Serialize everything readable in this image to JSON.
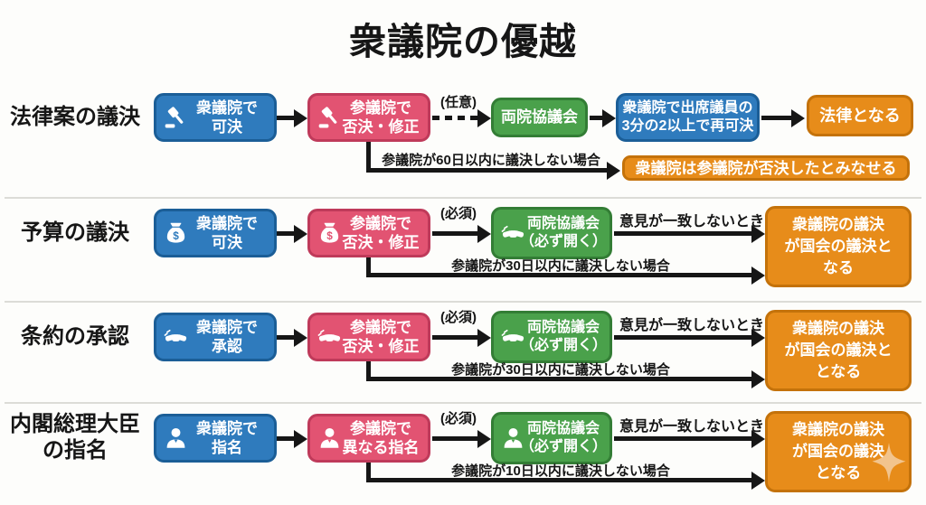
{
  "title": "衆議院の優越",
  "colors": {
    "house_blue": "#2f7bbd",
    "house_blue_border": "#1b5e97",
    "senate_pink": "#e25372",
    "senate_pink_border": "#bf3a5a",
    "committee_green": "#4aa14b",
    "committee_green_border": "#337d35",
    "result_orange": "#e78c1a",
    "result_orange_border": "#c4720a",
    "connector_black": "#161616",
    "separator_gray": "#dcdcd7",
    "sparkle_peach": "#f2c48d",
    "box_text": "#ffffff"
  },
  "rows": [
    {
      "label": {
        "line1": "法律案の議決"
      },
      "house_icon": "gavel-icon",
      "senate_icon": "gavel-icon",
      "house_box": {
        "line1": "衆議院で",
        "line2": "可決"
      },
      "senate_box": {
        "line1": "参議院で",
        "line2": "否決・修正"
      },
      "optional_label": "(任意)",
      "conference_box": {
        "line1": "両院協議会"
      },
      "repass_box": {
        "line1": "衆議院で出席議員の",
        "line2": "3分の2以上で再可決"
      },
      "result_box": {
        "line1": "法律となる"
      },
      "timeout_label": "参議院が60日以内に議決しない場合",
      "timeout_result_box": {
        "line1": "衆議院は参議院が否決したとみなせる"
      }
    },
    {
      "label": {
        "line1": "予算の議決"
      },
      "house_icon": "moneybag-icon",
      "senate_icon": "moneybag-icon",
      "conference_icon": "handshake-icon",
      "house_box": {
        "line1": "衆議院で",
        "line2": "可決"
      },
      "senate_box": {
        "line1": "参議院で",
        "line2": "否決・修正"
      },
      "required_label": "(必須)",
      "conference_box": {
        "line1": "両院協議会",
        "line2": "（必ず開く）"
      },
      "disagree_label": "意見が一致しないとき",
      "result_box": {
        "line1": "衆議院の議決",
        "line2": "が国会の議決と",
        "line3": "なる"
      },
      "timeout_label": "参議院が30日以内に議決しない場合"
    },
    {
      "label": {
        "line1": "条約の承認"
      },
      "house_icon": "handshake-icon",
      "senate_icon": "handshake-icon",
      "conference_icon": "handshake-icon",
      "house_box": {
        "line1": "衆議院で",
        "line2": "承認"
      },
      "senate_box": {
        "line1": "参議院で",
        "line2": "否決・修正"
      },
      "required_label": "(必須)",
      "conference_box": {
        "line1": "両院協議会",
        "line2": "（必ず開く）"
      },
      "disagree_label": "意見が一致しないとき",
      "result_box": {
        "line1": "衆議院の議決",
        "line2": "が国会の議決と",
        "line3": "となる"
      },
      "timeout_label": "参議院が30日以内に議決しない場合"
    },
    {
      "label": {
        "line1": "内閣総理大臣",
        "line2": "の指名"
      },
      "house_icon": "person-icon",
      "senate_icon": "person-icon",
      "conference_icon": "person-icon",
      "decoration_icon": "sparkle-icon",
      "house_box": {
        "line1": "衆議院で",
        "line2": "指名"
      },
      "senate_box": {
        "line1": "参議院で",
        "line2": "異なる指名"
      },
      "required_label": "(必須)",
      "conference_box": {
        "line1": "両院協議会",
        "line2": "（必ず開く）"
      },
      "disagree_label": "意見が一致しないとき",
      "result_box": {
        "line1": "衆議院の議決",
        "line2": "が国会の議決",
        "line3": "となる"
      },
      "timeout_label": "参議院が10日以内に議決しない場合"
    }
  ]
}
